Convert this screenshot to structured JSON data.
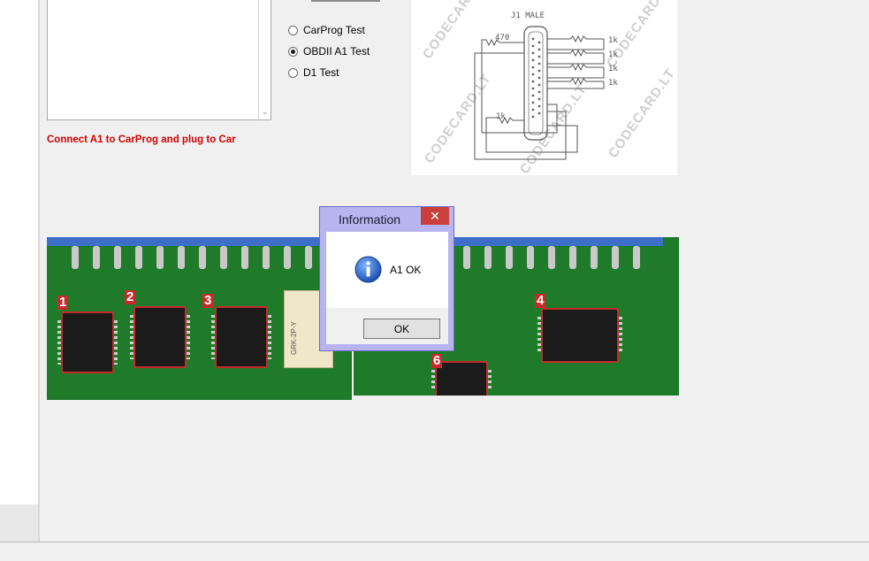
{
  "dialog": {
    "title": "Information",
    "close_glyph": "✕",
    "message": "A1 OK",
    "ok_label": "OK",
    "icon": "info-icon"
  },
  "test_options": [
    {
      "label": "CarProg Test",
      "checked": false
    },
    {
      "label": "OBDII A1 Test",
      "checked": true
    },
    {
      "label": "D1 Test",
      "checked": false
    }
  ],
  "instruction": "Connect A1 to CarProg and plug to Car",
  "schematic": {
    "title": "J1  MALE",
    "resistor_470": "470",
    "resistor_1k": "1k",
    "watermark": "CODECARD.LT"
  },
  "pcb_labels": [
    "1",
    "2",
    "3",
    "4",
    "6"
  ],
  "colors": {
    "hint_red": "#d40000",
    "dialog_frame": "#b7b4f0",
    "close_red": "#c8413c",
    "pcb_green": "#1f7a2a",
    "chip_marker": "#c62b2b"
  }
}
